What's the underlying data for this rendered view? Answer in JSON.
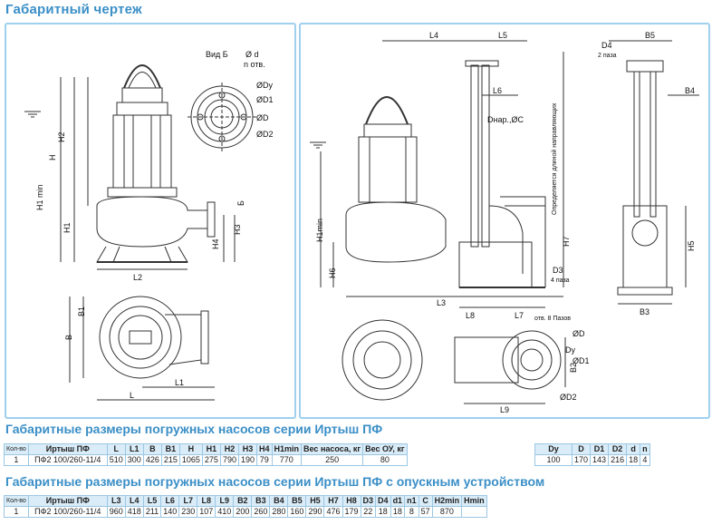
{
  "header": {
    "title": "Габаритный чертеж"
  },
  "drawing1": {
    "view_label": "Вид Б",
    "labels": {
      "d": "Ø d",
      "n_holes": "n отв.",
      "dy": "ØDy",
      "d1": "ØD1",
      "D": "ØD",
      "d2": "ØD2",
      "H2": "H2",
      "H": "H",
      "H1min": "H1 min",
      "H1": "H1",
      "H4": "H4",
      "H3": "H3",
      "B_mark": "Б",
      "L2": "L2",
      "B1": "B1",
      "B": "B",
      "L1": "L1",
      "L": "L"
    }
  },
  "drawing2": {
    "labels": {
      "L4": "L4",
      "L5": "L5",
      "L6": "L6",
      "Dnar": "Dнар.,ØC",
      "H1min": "H1min",
      "H6": "H6",
      "H7": "H7",
      "guide": "Определяется длиной направляющих",
      "D3": "D3",
      "four_holes": "4 паза",
      "L3": "L3",
      "L8": "L8",
      "L7": "L7",
      "D4": "D4",
      "two_holes": "2 паза",
      "B5": "B5",
      "B4": "B4",
      "H5": "H5",
      "B3": "B3",
      "D": "ØD",
      "Dy": "Dy",
      "d1": "ØD1",
      "B2": "B2",
      "d2": "ØD2",
      "L9": "L9",
      "holes_top": "отв. 8 Пазов"
    }
  },
  "section1": {
    "title": "Габаритные  размеры погружных насосов серии Иртыш ПФ"
  },
  "table1": {
    "headers": [
      "Кол-во",
      "Иртыш ПФ",
      "L",
      "L1",
      "B",
      "B1",
      "H",
      "H1",
      "H2",
      "H3",
      "H4",
      "H1min"
    ],
    "rows": [
      [
        "1",
        "ПФ2 100/260-11/4",
        "510",
        "300",
        "426",
        "215",
        "1065",
        "275",
        "790",
        "190",
        "79",
        "770"
      ]
    ]
  },
  "table_weight": {
    "headers": [
      "Вес насоса, кг",
      "Вес ОУ, кг"
    ],
    "rows": [
      [
        "250",
        "80"
      ]
    ]
  },
  "table2": {
    "headers": [
      "Dy",
      "D",
      "D1",
      "D2",
      "d",
      "n"
    ],
    "rows": [
      [
        "100",
        "170",
        "143",
        "216",
        "18",
        "4"
      ]
    ]
  },
  "section2": {
    "title": "Габаритные  размеры погружных насосов серии Иртыш ПФ с опускным устройством"
  },
  "table3": {
    "headers": [
      "Кол-во",
      "Иртыш ПФ",
      "L3",
      "L4",
      "L5",
      "L6",
      "L7",
      "L8",
      "L9",
      "B2",
      "B3",
      "B4",
      "B5",
      "H5",
      "H7",
      "H8",
      "D3",
      "D4",
      "d1",
      "n1",
      "C",
      "H2min",
      "Hmin"
    ],
    "rows": [
      [
        "1",
        "ПФ2 100/260-11/4",
        "960",
        "418",
        "211",
        "140",
        "230",
        "107",
        "410",
        "200",
        "260",
        "280",
        "160",
        "290",
        "476",
        "179",
        "22",
        "18",
        "18",
        "8",
        "57",
        "870",
        ""
      ]
    ]
  },
  "colors": {
    "accent": "#3a8fc7",
    "table_border": "#9cc7e3",
    "panel_border": "#9fd0ee"
  }
}
